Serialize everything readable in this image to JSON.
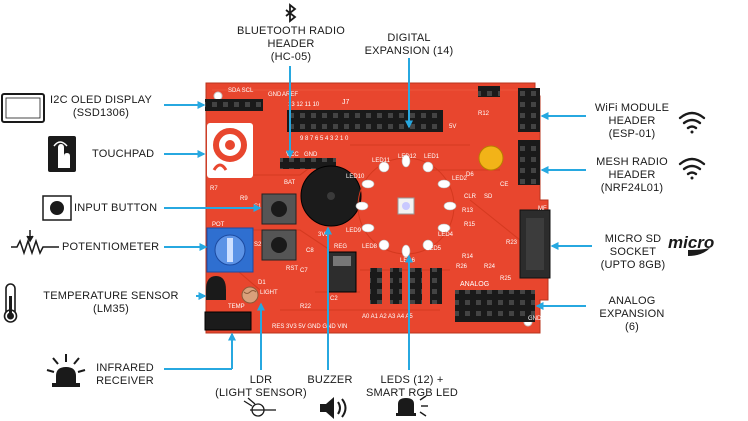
{
  "labels": {
    "bluetooth": [
      "BLUETOOTH RADIO",
      "HEADER",
      "(HC-05)"
    ],
    "digital": [
      "DIGITAL",
      "EXPANSION (14)"
    ],
    "oled": [
      "I2C OLED DISPLAY",
      "(SSD1306)"
    ],
    "touchpad": [
      "TOUCHPAD"
    ],
    "input_button": [
      "INPUT BUTTON"
    ],
    "potentiometer": [
      "POTENTIOMETER"
    ],
    "temperature": [
      "TEMPERATURE SENSOR",
      "(LM35)"
    ],
    "infrared": [
      "INFRARED",
      "RECEIVER"
    ],
    "ldr": [
      "LDR",
      "(LIGHT SENSOR)"
    ],
    "buzzer": [
      "BUZZER"
    ],
    "leds": [
      "LEDS (12) +",
      "SMART RGB LED"
    ],
    "wifi": [
      "WiFi MODULE",
      "HEADER",
      "(ESP-01)"
    ],
    "mesh": [
      "MESH RADIO",
      "HEADER",
      "(NRF24L01)"
    ],
    "sd": [
      "MICRO SD",
      "SOCKET",
      "(UPTO 8GB)"
    ],
    "analog": [
      "ANALOG",
      "EXPANSION",
      "(6)"
    ]
  },
  "board": {
    "silk": {
      "j7": "J7",
      "gnd_top": "GND",
      "aref": "AREF",
      "sda_scl": "SDA SCL",
      "d_pins": "9 8 7 6 5 4 3 2 1 0",
      "pin_row": "13 12 11 10",
      "led11": "LED11",
      "led12": "LED12",
      "led1": "LED1",
      "led2": "LED2",
      "led4": "LED4",
      "led5": "LED5",
      "led6": "LED6",
      "led8": "LED8",
      "led9": "LED9",
      "led10": "LED10",
      "r12": "R12",
      "r13": "R13",
      "r15": "R15",
      "r14": "R14",
      "r22": "R22",
      "r23": "R23",
      "r24": "R24",
      "r25": "R25",
      "r26": "R26",
      "j5v": "5V",
      "d6": "D6",
      "ce": "CE",
      "clr": "CLR",
      "sd": "SD",
      "mf": "MF",
      "vcc": "VCC",
      "gnd_rg": "GND",
      "c8": "C8",
      "c7": "C7",
      "c2": "C2",
      "reg": "REG",
      "bat": "BAT",
      "analog": "ANALOG",
      "gnd_an": "GND",
      "a_pins": "A0 A1 A2 A3 A4 A5",
      "power": "RES 3V3 5V GND GND VIN",
      "light": "LIGHT",
      "d1": "D1",
      "temp": "TEMP",
      "rst": "RST",
      "l3v3": "3V3",
      "s1": "S1",
      "s2": "S2",
      "r9": "R9",
      "r7": "R7",
      "pot": "POT"
    }
  },
  "colors": {
    "board": "#e8462e",
    "board_dark": "#c93a22",
    "arrow": "#27a8e0",
    "header": "#1a1a1a",
    "silk": "#ffffff",
    "text": "#1a1a1a"
  },
  "icons": [
    "oled-display-icon",
    "touch-hand-icon",
    "input-button-icon",
    "potentiometer-icon",
    "thermometer-icon",
    "infrared-receiver-icon",
    "light-sensor-icon",
    "speaker-icon",
    "led-bulb-icon",
    "bluetooth-icon",
    "wifi-icon",
    "microsd-logo-icon"
  ]
}
